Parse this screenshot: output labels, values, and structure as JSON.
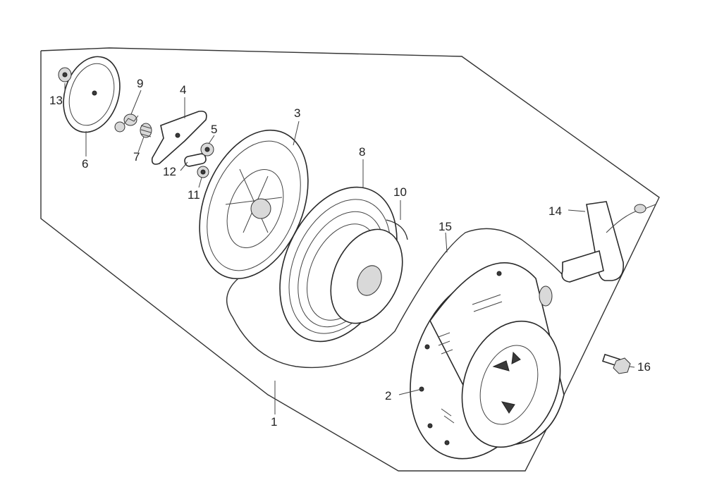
{
  "callouts": {
    "c1": "1",
    "c2": "2",
    "c3": "3",
    "c4": "4",
    "c5": "5",
    "c6": "6",
    "c7": "7",
    "c8": "8",
    "c9": "9",
    "c10": "10",
    "c11": "11",
    "c12": "12",
    "c13": "13",
    "c14": "14",
    "c15": "15",
    "c16": "16"
  },
  "colors": {
    "line": "#333333",
    "background": "#ffffff"
  }
}
